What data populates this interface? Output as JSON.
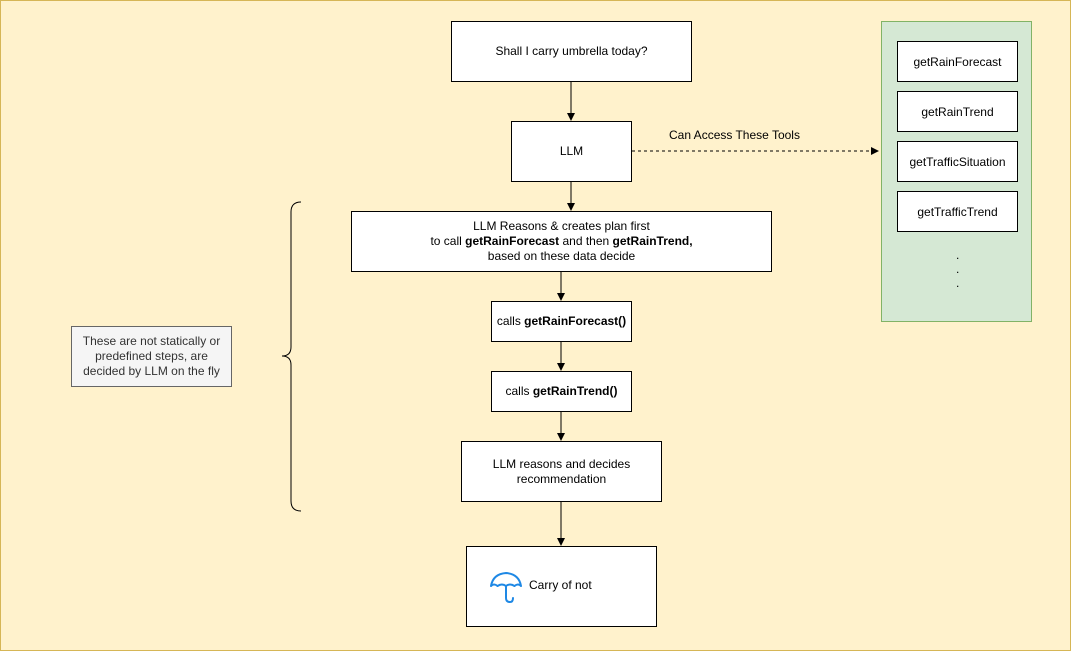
{
  "question": "Shall I carry umbrella today?",
  "llm": "LLM",
  "edge_label": "Can Access These Tools",
  "plan": {
    "line1": "LLM Reasons & creates plan first",
    "line2_prefix": "to call ",
    "line2_tool1": "getRainForecast",
    "line2_mid": " and then ",
    "line2_tool2": "getRainTrend,",
    "line3": "based on these data decide"
  },
  "step_forecast": {
    "prefix": "calls ",
    "call": "getRainForecast()"
  },
  "step_trend": {
    "prefix": "calls ",
    "call": "getRainTrend()"
  },
  "decide": {
    "line1": "LLM reasons and decides",
    "line2": "recommendation"
  },
  "final": {
    "label": "Carry of not",
    "icon": "umbrella-icon"
  },
  "tools": [
    "getRainForecast",
    "getRainTrend",
    "getTrafficSituation",
    "getTrafficTrend"
  ],
  "tools_more": ".",
  "note": {
    "line1": "These are not statically or",
    "line2": "predefined steps, are",
    "line3": "decided by LLM on the fly"
  },
  "colors": {
    "background": "#fff2cc",
    "tools_panel": "#d5e8d4",
    "note": "#f5f5f5",
    "umbrella": "#1e88e5"
  }
}
